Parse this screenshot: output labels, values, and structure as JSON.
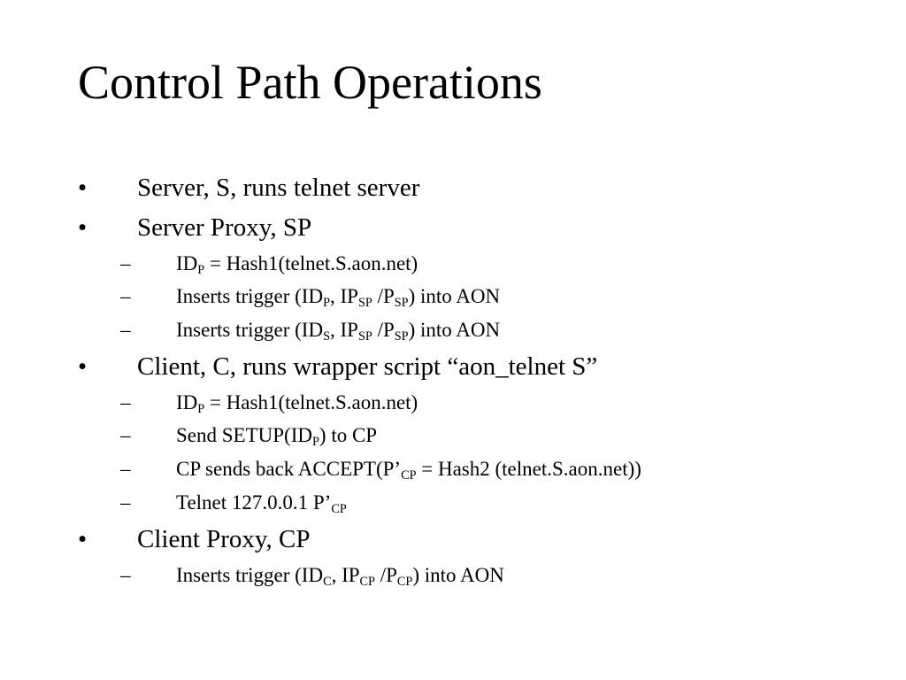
{
  "slide": {
    "title": "Control Path Operations",
    "bullet_marker": "•",
    "dash_marker": "–",
    "items": {
      "b1": {
        "t1": "Server, S, runs telnet server"
      },
      "b2": {
        "t1": "Server Proxy, SP"
      },
      "b2_1": {
        "t1": "ID",
        "s1": "P",
        "t2": " = Hash1(telnet.S.aon.net)"
      },
      "b2_2": {
        "t1": "Inserts trigger (ID",
        "s1": "P",
        "t2": ", IP",
        "s2": "SP",
        "t3": " /P",
        "s3": "SP",
        "t4": ") into AON"
      },
      "b2_3": {
        "t1": "Inserts trigger (ID",
        "s1": "S",
        "t2": ", IP",
        "s2": "SP",
        "t3": " /P",
        "s3": "SP",
        "t4": ") into AON"
      },
      "b3": {
        "t1": "Client, C, runs wrapper script “aon_telnet S”"
      },
      "b3_1": {
        "t1": "ID",
        "s1": "P",
        "t2": " = Hash1(telnet.S.aon.net)"
      },
      "b3_2": {
        "t1": "Send SETUP(ID",
        "s1": "P",
        "t2": ") to CP"
      },
      "b3_3": {
        "t1": "CP sends back ACCEPT(P’",
        "s1": "CP",
        "t2": " = Hash2 (telnet.S.aon.net))"
      },
      "b3_4": {
        "t1": "Telnet 127.0.0.1 P’",
        "s1": "CP"
      },
      "b4": {
        "t1": "Client Proxy, CP"
      },
      "b4_1": {
        "t1": "Inserts trigger (ID",
        "s1": "C",
        "t2": ", IP",
        "s2": "CP",
        "t3": " /P",
        "s3": "CP",
        "t4": ") into AON"
      }
    }
  }
}
